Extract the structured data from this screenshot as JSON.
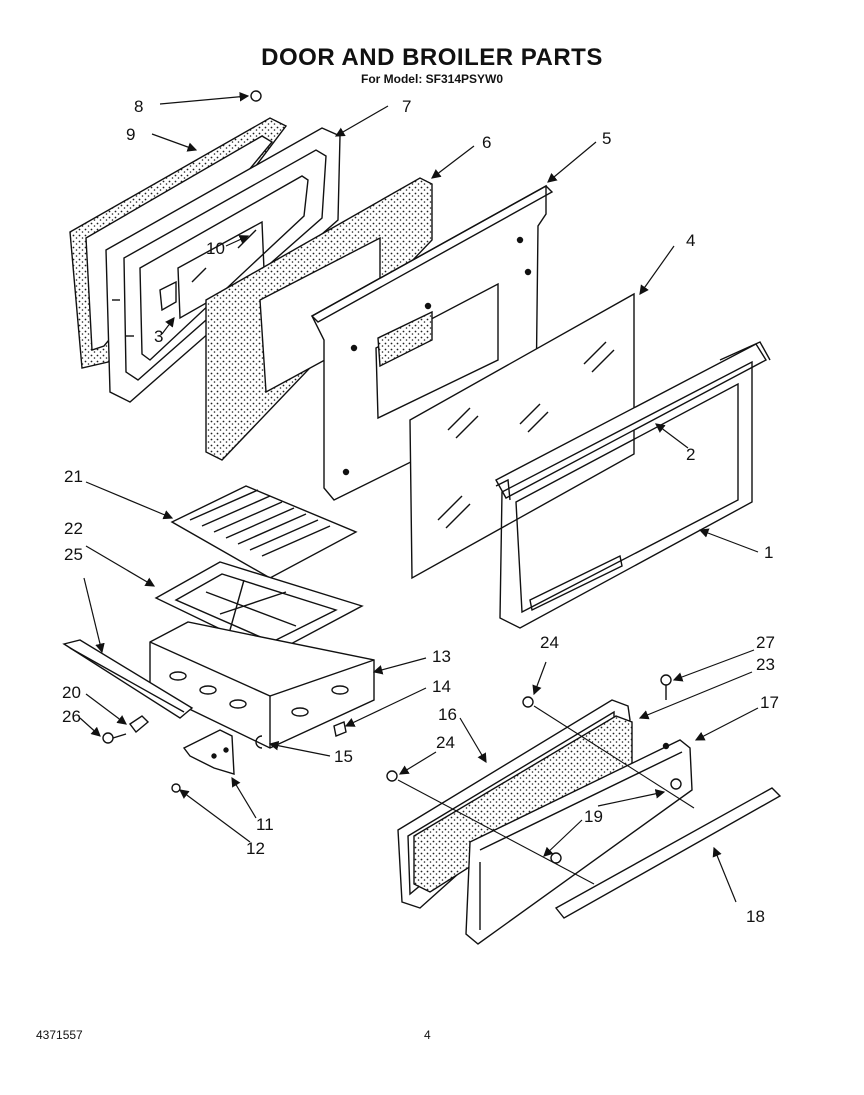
{
  "title": "DOOR AND BROILER PARTS",
  "subtitle": "For Model: SF314PSYW0",
  "footer": {
    "doc_number": "4371557",
    "page_number": "4"
  },
  "callouts": [
    "1",
    "2",
    "3",
    "4",
    "5",
    "6",
    "7",
    "8",
    "9",
    "10",
    "11",
    "12",
    "13",
    "14",
    "15",
    "16",
    "17",
    "18",
    "19",
    "20",
    "21",
    "22",
    "23",
    "24",
    "24",
    "25",
    "26",
    "27",
    "19"
  ]
}
